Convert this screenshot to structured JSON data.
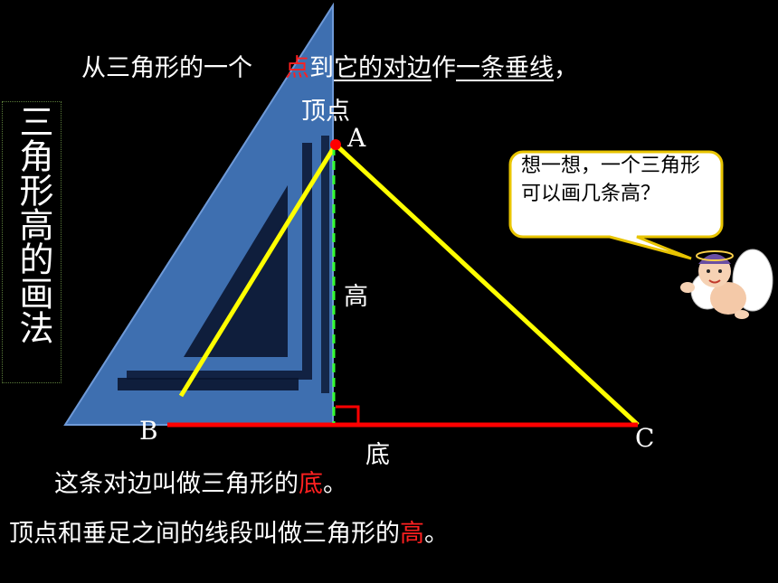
{
  "side_title": "三角形高的画法",
  "line1": {
    "part1": "从三角形的一个",
    "part2": "点",
    "part3": "到",
    "part4": "它的对边",
    "part5": "作",
    "part6": "一条垂线",
    "part7": "，"
  },
  "vertex_word": "顶点",
  "labels": {
    "A": "A",
    "B": "B",
    "C": "C",
    "height": "高",
    "base": "底"
  },
  "line2": {
    "part1": "这条对边叫做三角形的",
    "part2": "底",
    "part3": "。"
  },
  "line3": {
    "part1": "顶点和垂足之间的线段叫做三角形的",
    "part2": "高",
    "part3": "。"
  },
  "bubble_text": "想一想，一个三角形可以画几条高？",
  "colors": {
    "triangle": "#ffff00",
    "base": "#ff0000",
    "height": "#33ff33",
    "ruler": "#3e6fb0",
    "background": "#000000"
  }
}
